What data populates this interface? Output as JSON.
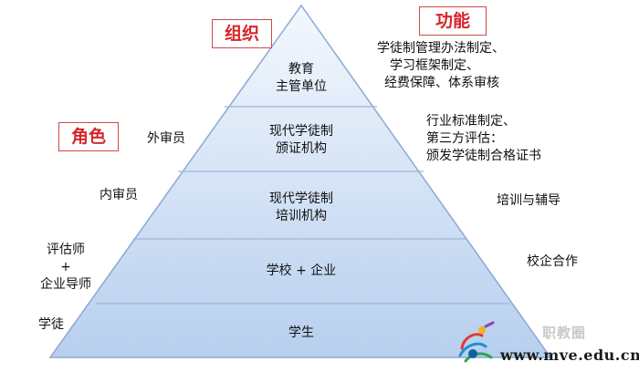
{
  "labels": {
    "org": "组织",
    "func": "功能",
    "role": "角色"
  },
  "levels": [
    {
      "line1": "教育",
      "line2": "主管单位"
    },
    {
      "line1": "现代学徒制",
      "line2": "颁证机构"
    },
    {
      "line1": "现代学徒制",
      "line2": "培训机构"
    },
    {
      "line1": "学校 + 企业"
    },
    {
      "line1": "学生"
    }
  ],
  "functions": [
    {
      "lines": [
        "学徒制管理办法制定、",
        "学习框架制定、",
        "经费保障、体系审核"
      ]
    },
    {
      "lines": [
        "行业标准制定、",
        "第三方评估：",
        "颁发学徒制合格证书"
      ]
    },
    {
      "lines": [
        "培训与辅导"
      ]
    },
    {
      "lines": [
        "校企合作"
      ]
    }
  ],
  "roles": [
    {
      "lines": [
        "外审员"
      ]
    },
    {
      "lines": [
        "内审员"
      ]
    },
    {
      "lines": [
        "评估师",
        "+",
        "企业导师"
      ]
    },
    {
      "lines": [
        "学徒"
      ]
    }
  ],
  "watermark": {
    "url": "www.mve.edu.cn",
    "cn": "职教圈",
    "icon": "logo-icon"
  },
  "colors": {
    "pyramid_top": "#f3f7fd",
    "pyramid_bottom": "#b9d1ee",
    "pyramid_stroke": "#8aa8d4",
    "tag_text": "#d7262b"
  }
}
